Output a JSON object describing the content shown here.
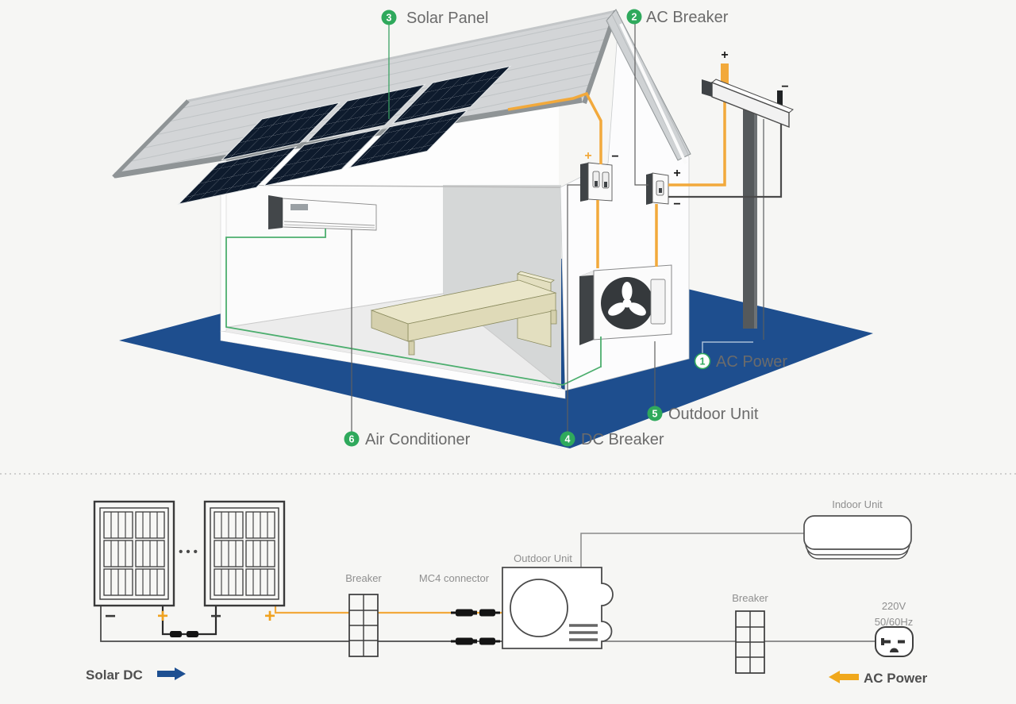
{
  "callouts": {
    "ac_power": {
      "number": "1",
      "label": "AC Power"
    },
    "ac_breaker": {
      "number": "2",
      "label": "AC Breaker"
    },
    "solar_panel": {
      "number": "3",
      "label": "Solar Panel"
    },
    "dc_breaker": {
      "number": "4",
      "label": "DC Breaker"
    },
    "outdoor_unit": {
      "number": "5",
      "label": "Outdoor Unit"
    },
    "air_conditioner": {
      "number": "6",
      "label": "Air Conditioner"
    }
  },
  "scene_marks": {
    "pole_plus": "+",
    "pole_minus": "−",
    "dc_breaker_plus": "+",
    "dc_breaker_minus": "−",
    "ac_breaker_plus": "+",
    "ac_breaker_minus": "−"
  },
  "schematic": {
    "solar_string_dots": "•••",
    "terminals": {
      "panel1_minus": "−",
      "panel1_plus": "+",
      "panel2_minus": "−",
      "panel2_plus": "+"
    },
    "breaker_dc_label": "Breaker",
    "mc4_label": "MC4 connector",
    "outdoor_unit_label": "Outdoor Unit",
    "indoor_unit_label": "Indoor Unit",
    "breaker_ac_label": "Breaker",
    "outlet": {
      "voltage": "220V",
      "frequency": "50/60Hz"
    },
    "legend": {
      "solar_dc": "Solar DC",
      "ac_power": "AC Power"
    }
  },
  "colors": {
    "accent_green": "#2fa95c",
    "wire_orange": "#f2a93b",
    "wire_green": "#4cae6e",
    "wire_dark": "#4a4a4a",
    "ground_blue": "#1e4e8e",
    "legend_blue": "#1d4f91",
    "legend_orange": "#f0a81c"
  }
}
